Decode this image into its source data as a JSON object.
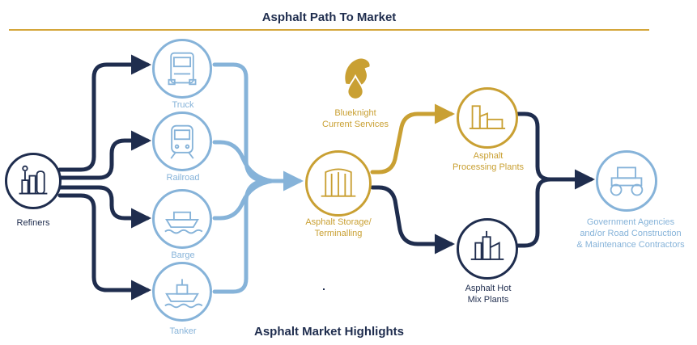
{
  "header": {
    "title": "Asphalt Path To Market"
  },
  "footer": {
    "title": "Asphalt Market Highlights"
  },
  "colors": {
    "navy": "#1f2d4e",
    "lightblue": "#86b3d9",
    "gold": "#c9a033",
    "rule": "#d4a63a"
  },
  "nodes": {
    "refiners": "Refiners",
    "truck": "Truck",
    "railroad": "Railroad",
    "barge": "Barge",
    "tanker": "Tanker",
    "blueknight": "Blueknight\nCurrent Services",
    "storage": "Asphalt Storage/\nTerminalling",
    "processing": "Asphalt\nProcessing Plants",
    "hotmix": "Asphalt Hot\nMix Plants",
    "government": "Government Agencies\nand/or Road Construction\n& Maintenance Contractors"
  },
  "icons": {
    "refiners": "refinery-icon",
    "truck": "truck-icon",
    "railroad": "train-icon",
    "barge": "barge-icon",
    "tanker": "tanker-ship-icon",
    "blueknight": "knight-oil-drop-logo",
    "storage": "storage-tank-icon",
    "processing": "factory-icon",
    "hotmix": "hot-mix-plant-icon",
    "government": "road-roller-icon"
  }
}
